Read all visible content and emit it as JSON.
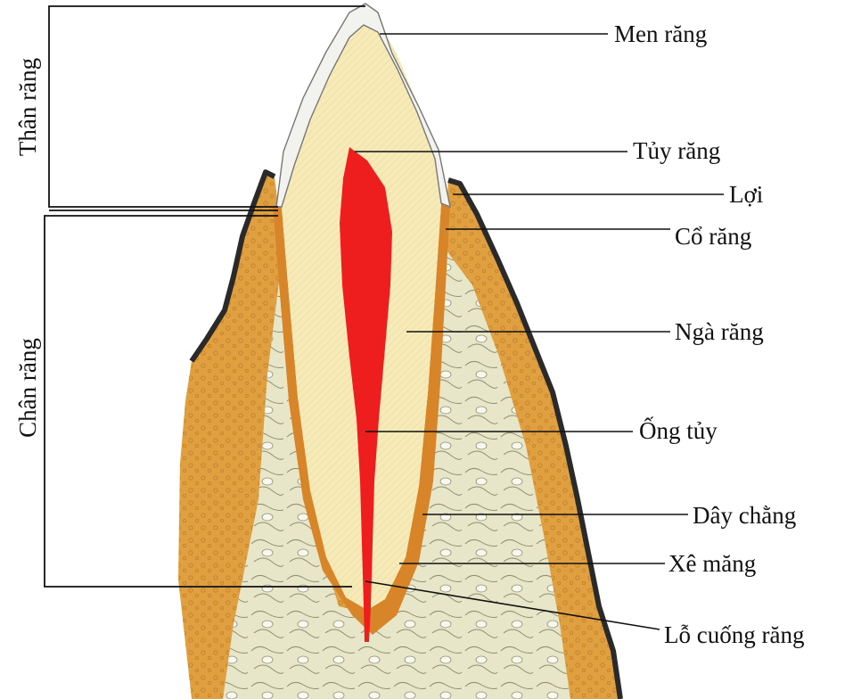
{
  "labels": {
    "men_rang": "Men răng",
    "tuy_rang": "Tủy răng",
    "loi": "Lợi",
    "co_rang": "Cổ răng",
    "nga_rang": "Ngà răng",
    "ong_tuy": "Ống tủy",
    "day_chang": "Dây chằng",
    "xe_mang": "Xê măng",
    "lo_cuong_rang": "Lỗ cuống răng"
  },
  "regions": {
    "than_rang": "Thân răng",
    "chan_rang": "Chân răng"
  },
  "colors": {
    "bone_orange": "#E0A040",
    "bone_dark": "#B86A18",
    "spongy_bone": "#E8E6C8",
    "dentin": "#F6EBB8",
    "enamel": "#F2F2EE",
    "pulp": "#EE1E1E",
    "gum_edge": "#2A2A2A",
    "cementum": "#D8852A"
  }
}
